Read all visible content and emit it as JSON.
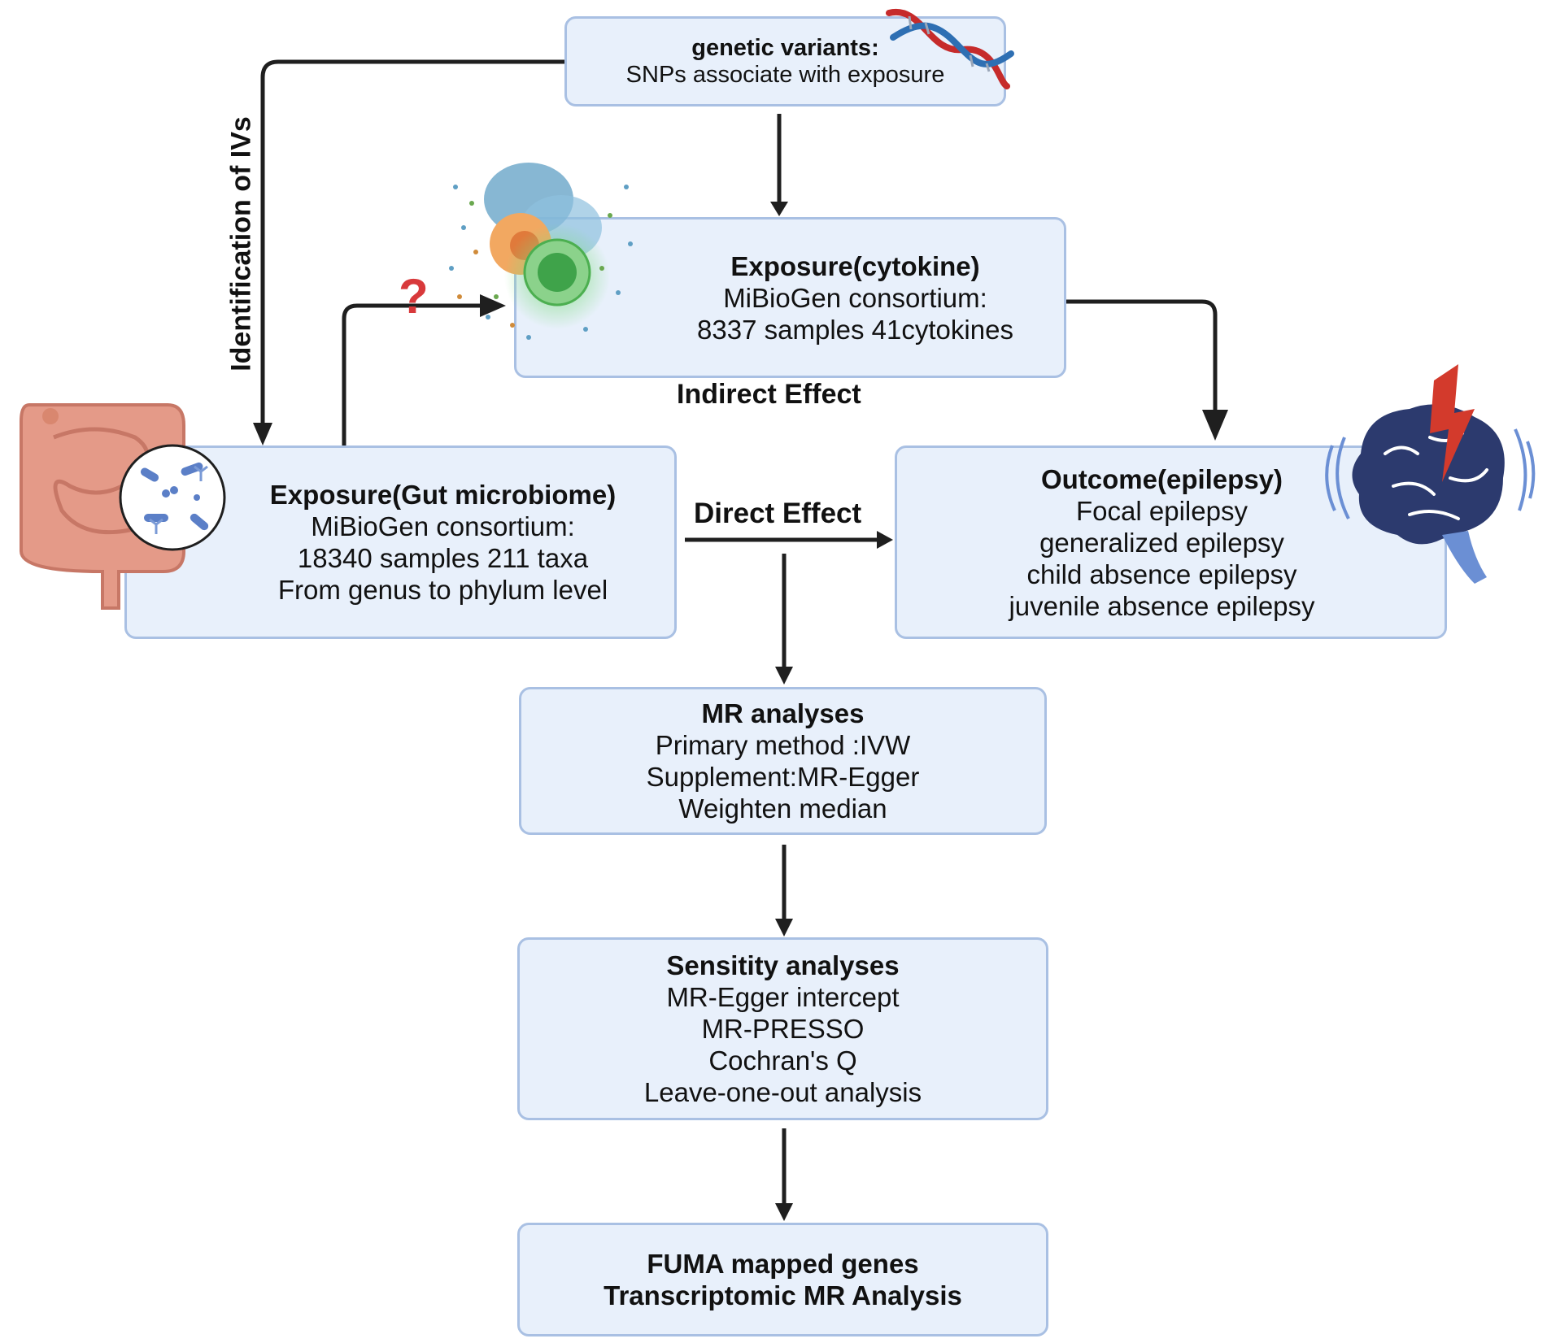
{
  "genetic_variants": {
    "title": "genetic variants:",
    "line1": "SNPs associate with exposure"
  },
  "cytokine": {
    "title": "Exposure(cytokine)",
    "line1": "MiBioGen consortium:",
    "line2": "8337 samples 41cytokines"
  },
  "gut": {
    "title": "Exposure(Gut microbiome)",
    "line1": "MiBioGen consortium:",
    "line2": "18340 samples 211 taxa",
    "line3": "From genus to phylum level"
  },
  "outcome": {
    "title": "Outcome(epilepsy)",
    "items": [
      "Focal epilepsy",
      "generalized epilepsy",
      "child absence epilepsy",
      "juvenile absence epilepsy"
    ]
  },
  "mr": {
    "title": "MR analyses",
    "items": [
      "Primary method :IVW",
      "Supplement:MR-Egger",
      "Weighten median"
    ]
  },
  "sensitivity": {
    "title": "Sensitity analyses",
    "items": [
      "MR-Egger intercept",
      "MR-PRESSO",
      "Cochran's Q",
      "Leave-one-out analysis"
    ]
  },
  "fuma": {
    "line1": "FUMA mapped genes",
    "line2": "Transcriptomic MR Analysis"
  },
  "labels": {
    "identification": "Identification of IVs",
    "indirect": "Indirect Effect",
    "direct": "Direct Effect",
    "question": "?"
  },
  "colors": {
    "box_fill": "#e8f0fb",
    "box_border": "#a9c0e3",
    "arrow": "#1f1f1f",
    "question": "#d8393b",
    "dna_red": "#c62b2b",
    "dna_blue": "#2e6fb3",
    "brain": "#2c3a6e",
    "lightning": "#d33a2c",
    "gut": "#e49a88"
  }
}
